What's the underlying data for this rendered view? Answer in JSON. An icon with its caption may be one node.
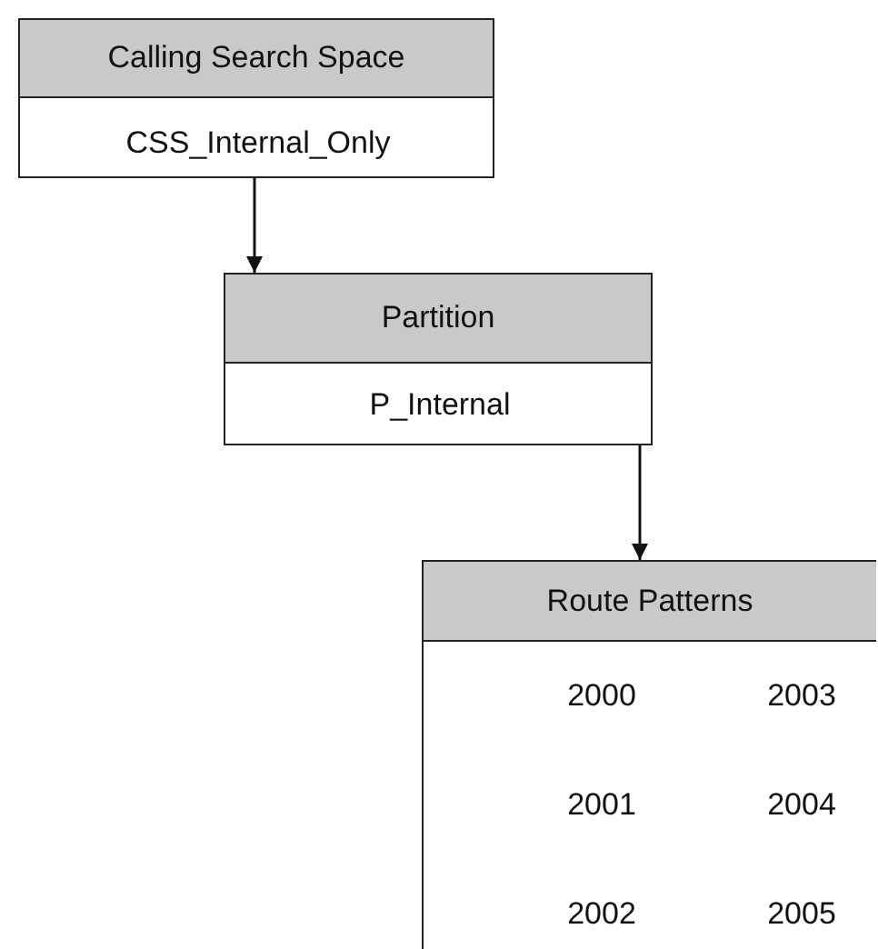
{
  "diagram": {
    "nodes": [
      {
        "text": [
          "Calling Search Space",
          "CSS_Internal_Only"
        ]
      },
      {
        "text": [
          "Partition",
          "P_Internal"
        ]
      },
      {
        "text": [
          "Route Patterns",
          "2000",
          "2003",
          "2001",
          "2004",
          "2002",
          "2005"
        ]
      }
    ],
    "edges": [
      {
        "from": 0,
        "to": 1,
        "arrow": "to"
      },
      {
        "from": 1,
        "to": 2,
        "arrow": "to"
      }
    ]
  }
}
